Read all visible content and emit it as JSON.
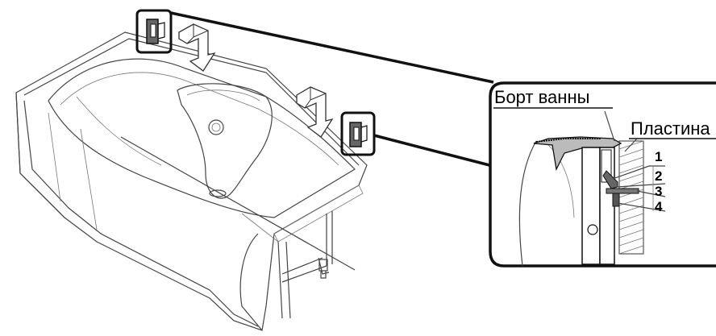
{
  "labels": {
    "bath_rim": "Борт ванны",
    "plate": "Пластина",
    "part_1": "1",
    "part_2": "2",
    "part_3": "3",
    "part_4": "4"
  }
}
